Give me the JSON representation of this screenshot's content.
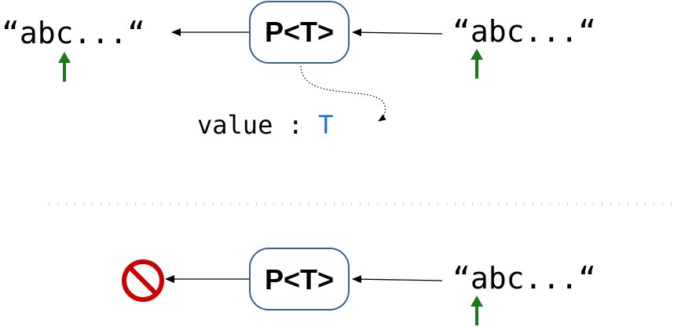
{
  "top": {
    "output_text": "“abc...“",
    "parser_label": "P<T>",
    "input_text": "“abc...“",
    "value_label": "value : ",
    "value_type": "T"
  },
  "divider": {
    "style": "dotted"
  },
  "bottom": {
    "parser_label": "P<T>",
    "input_text": "“abc...“",
    "failure_icon": "prohibited-icon"
  },
  "colors": {
    "cursor_arrow": "#1a7a1a",
    "type_color": "#1f6fd6",
    "box_border": "#3a5f9a",
    "failure": "#cc0000"
  }
}
